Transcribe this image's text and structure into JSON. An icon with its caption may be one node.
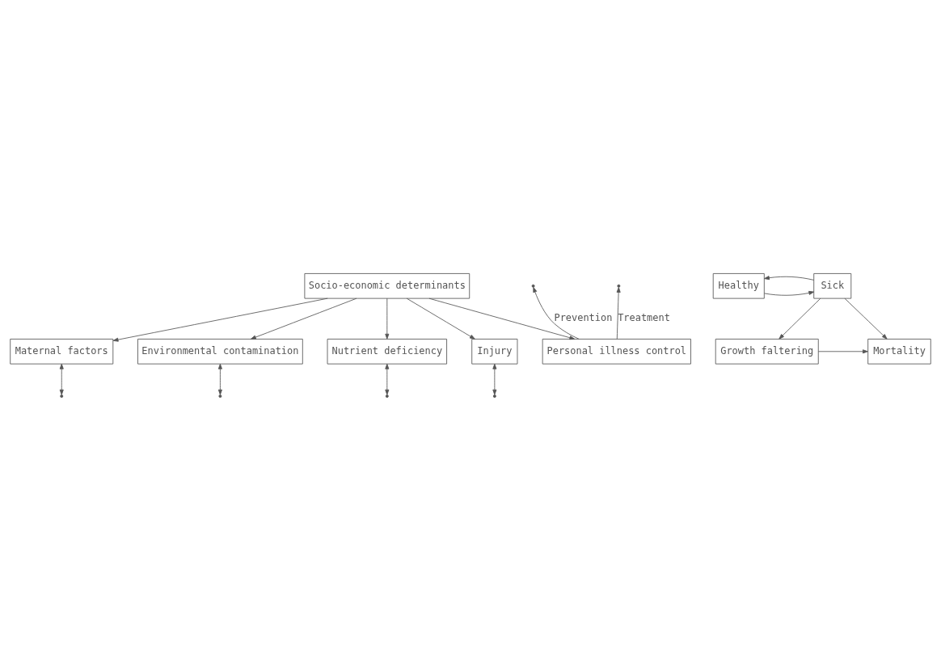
{
  "diagram": {
    "nodes": [
      {
        "text": [
          "Socio-economic determinants"
        ]
      },
      {
        "text": [
          "Maternal factors"
        ]
      },
      {
        "text": [
          "Environmental contamination"
        ]
      },
      {
        "text": [
          "Nutrient deficiency"
        ]
      },
      {
        "text": [
          "Injury"
        ]
      },
      {
        "text": [
          "Healthy"
        ]
      },
      {
        "text": [
          "Sick"
        ]
      },
      {
        "text": [
          "Personal illness control"
        ]
      },
      {
        "text": [
          "Growth faltering"
        ]
      },
      {
        "text": [
          "Mortality"
        ]
      }
    ],
    "edges": [
      {
        "from": 0,
        "to": 1,
        "arrow": "to"
      },
      {
        "from": 0,
        "to": 2,
        "arrow": "to"
      },
      {
        "from": 0,
        "to": 3,
        "arrow": "to"
      },
      {
        "from": 0,
        "to": 4,
        "arrow": "to"
      },
      {
        "from": 0,
        "to": 7,
        "arrow": "to"
      },
      {
        "from": null,
        "to": 1,
        "arrow": "both"
      },
      {
        "from": null,
        "to": 2,
        "arrow": "both"
      },
      {
        "from": null,
        "to": 3,
        "arrow": "both"
      },
      {
        "from": null,
        "to": 4,
        "arrow": "both"
      },
      {
        "from": 5,
        "to": 6,
        "arrow": "to"
      },
      {
        "from": 6,
        "to": 5,
        "arrow": "to"
      },
      {
        "from": 7,
        "to": null,
        "arrow": "to",
        "label": "Prevention"
      },
      {
        "from": 7,
        "to": null,
        "arrow": "to",
        "label": "Treatment"
      },
      {
        "from": 6,
        "to": 8,
        "arrow": "to"
      },
      {
        "from": 6,
        "to": 9,
        "arrow": "to"
      },
      {
        "from": 8,
        "to": 9,
        "arrow": "to"
      }
    ]
  }
}
